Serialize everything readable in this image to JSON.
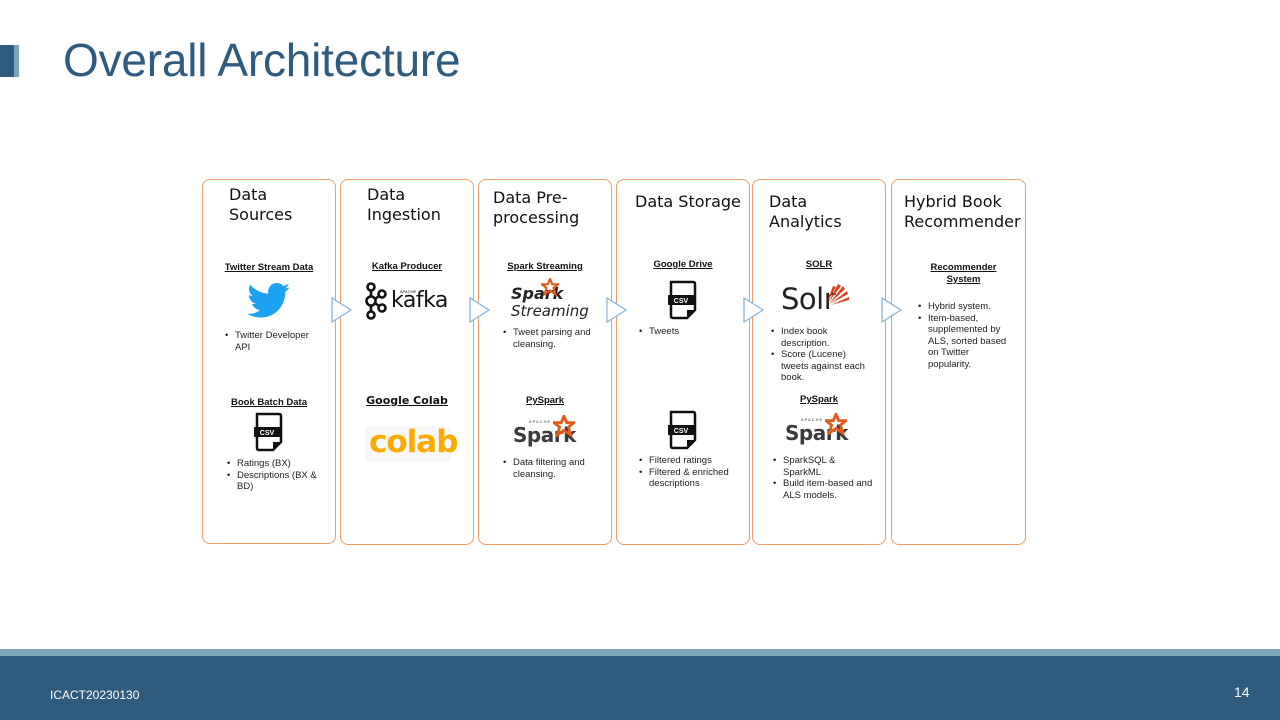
{
  "slide": {
    "title": "Overall Architecture",
    "footer_label": "ICACT20230130",
    "page_number": "14"
  },
  "colors": {
    "title": "#2f5b7f",
    "box_border": "#ec9d68",
    "arrow": "#8ab4d8",
    "footer": "#2e5b7e",
    "footer_stripe": "#7aa6b8",
    "kafka": "#111111",
    "spark_orange": "#e25a1c",
    "colab_yellow": "#f9ab00",
    "twitter_blue": "#1da1f2",
    "solr_red": "#d9411e"
  },
  "stages": [
    {
      "title": "Data\nSources",
      "sections": [
        {
          "heading": "Twitter Stream Data",
          "icon": "twitter-bird-icon",
          "bullets": [
            "Twitter Developer API"
          ]
        },
        {
          "heading": "Book Batch Data",
          "icon": "csv-file-icon",
          "icon_label": "CSV",
          "bullets": [
            "Ratings (BX)",
            "Descriptions (BX & BD)"
          ]
        }
      ]
    },
    {
      "title": "Data\nIngestion",
      "sections": [
        {
          "heading": "Kafka Producer",
          "icon": "kafka-logo",
          "logo_text": "kafka",
          "logo_sup": "APACHE",
          "bullets": []
        },
        {
          "heading": "Google Colab",
          "icon": "colab-logo",
          "logo_text": "colab",
          "bullets": []
        }
      ]
    },
    {
      "title": "Data Pre-\nprocessing",
      "sections": [
        {
          "heading": "Spark Streaming",
          "icon": "spark-streaming-logo",
          "logo_text": "Spark",
          "logo_text2": "Streaming",
          "bullets": [
            "Tweet parsing and cleansing."
          ]
        },
        {
          "heading": "PySpark",
          "icon": "spark-logo",
          "logo_text": "Spark",
          "logo_sup": "APACHE",
          "bullets": [
            "Data filtering and cleansing."
          ]
        }
      ]
    },
    {
      "title": "Data Storage",
      "sections": [
        {
          "heading": "Google Drive",
          "icon": "csv-file-icon",
          "icon_label": "CSV",
          "bullets": [
            "Tweets"
          ]
        },
        {
          "heading": "",
          "icon": "csv-file-icon",
          "icon_label": "CSV",
          "bullets": [
            "Filtered ratings",
            "Filtered & enriched descriptions"
          ]
        }
      ]
    },
    {
      "title": "Data\nAnalytics",
      "sections": [
        {
          "heading": "SOLR",
          "icon": "solr-logo",
          "logo_text": "Solr",
          "bullets": [
            "Index book description.",
            "Score (Lucene) tweets against each book."
          ]
        },
        {
          "heading": "PySpark",
          "icon": "spark-logo",
          "logo_text": "Spark",
          "logo_sup": "APACHE",
          "bullets": [
            "SparkSQL & SparkML",
            "Build item-based and ALS models."
          ]
        }
      ]
    },
    {
      "title": "Hybrid Book\nRecommender",
      "sections": [
        {
          "heading": "Recommender\nSystem",
          "icon": "",
          "bullets": [
            "Hybrid system.",
            "Item-based, supplemented by ALS, sorted based on Twitter popularity."
          ]
        }
      ]
    }
  ]
}
